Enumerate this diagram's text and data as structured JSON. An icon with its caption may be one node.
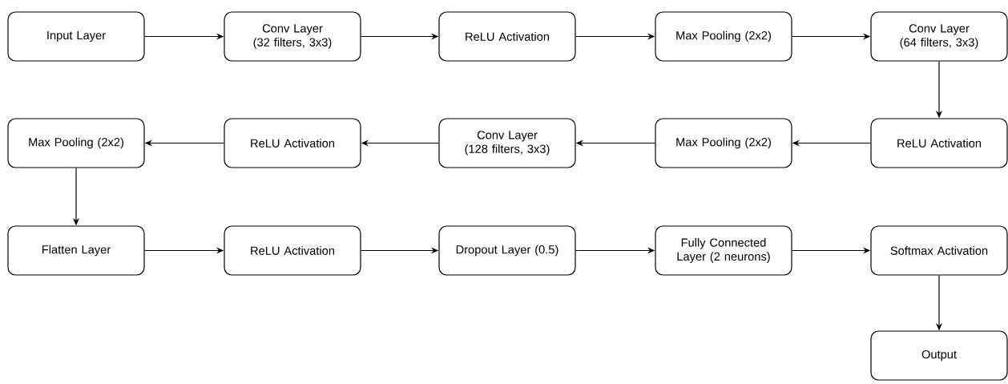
{
  "diagram": {
    "nodes": [
      {
        "text": [
          "Input Layer"
        ]
      },
      {
        "text": [
          "Conv Layer (32 filters, 3x3)"
        ]
      },
      {
        "text": [
          "ReLU Activation"
        ]
      },
      {
        "text": [
          "Max Pooling (2x2)"
        ]
      },
      {
        "text": [
          "Conv Layer (64 filters, 3x3)"
        ]
      },
      {
        "text": [
          "ReLU Activation"
        ]
      },
      {
        "text": [
          "Max Pooling (2x2)"
        ]
      },
      {
        "text": [
          "Conv Layer (128 filters, 3x3)"
        ]
      },
      {
        "text": [
          "ReLU Activation"
        ]
      },
      {
        "text": [
          "Max Pooling (2x2)"
        ]
      },
      {
        "text": [
          "Flatten Layer"
        ]
      },
      {
        "text": [
          "ReLU Activation"
        ]
      },
      {
        "text": [
          "Dropout Layer (0.5)"
        ]
      },
      {
        "text": [
          "Fully Connected Layer (2 neurons)"
        ]
      },
      {
        "text": [
          "Softmax Activation"
        ]
      },
      {
        "text": [
          "Output"
        ]
      }
    ],
    "edges": [
      {
        "from": 0,
        "to": 1,
        "arrow": "to"
      },
      {
        "from": 1,
        "to": 2,
        "arrow": "to"
      },
      {
        "from": 2,
        "to": 3,
        "arrow": "to"
      },
      {
        "from": 3,
        "to": 4,
        "arrow": "to"
      },
      {
        "from": 4,
        "to": 5,
        "arrow": "to"
      },
      {
        "from": 5,
        "to": 6,
        "arrow": "to"
      },
      {
        "from": 6,
        "to": 7,
        "arrow": "to"
      },
      {
        "from": 7,
        "to": 8,
        "arrow": "to"
      },
      {
        "from": 8,
        "to": 9,
        "arrow": "to"
      },
      {
        "from": 9,
        "to": 10,
        "arrow": "to"
      },
      {
        "from": 10,
        "to": 11,
        "arrow": "to"
      },
      {
        "from": 11,
        "to": 12,
        "arrow": "to"
      },
      {
        "from": 12,
        "to": 13,
        "arrow": "to"
      },
      {
        "from": 13,
        "to": 14,
        "arrow": "to"
      },
      {
        "from": 14,
        "to": 15,
        "arrow": "to"
      }
    ]
  }
}
